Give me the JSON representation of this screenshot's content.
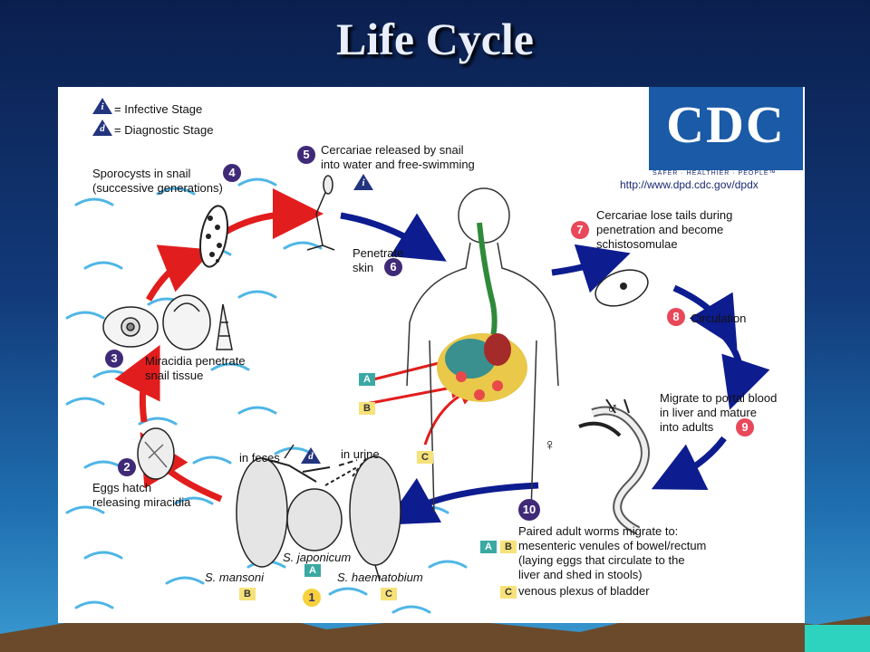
{
  "slide": {
    "title": "Life Cycle"
  },
  "legend": {
    "infective": {
      "symbol": "i",
      "label": "= Infective Stage"
    },
    "diagnostic": {
      "symbol": "d",
      "label": "= Diagnostic Stage"
    }
  },
  "logo": {
    "text": "CDC",
    "tagline": "SAFER · HEALTHIER · PEOPLE™",
    "url": "http://www.dpd.cdc.gov/dpdx"
  },
  "steps": {
    "s1": {
      "num": "1"
    },
    "s2": {
      "num": "2",
      "line1": "Eggs hatch",
      "line2": "releasing miracidia"
    },
    "s3": {
      "num": "3",
      "line1": "Miracidia penetrate",
      "line2": "snail tissue"
    },
    "s4": {
      "num": "4",
      "line1": "Sporocysts in snail",
      "line2": "(successive generations)"
    },
    "s5": {
      "num": "5",
      "line1": "Cercariae released by snail",
      "line2": "into water and free-swimming"
    },
    "s6": {
      "num": "6",
      "line1": "Penetrate",
      "line2": "skin"
    },
    "s7": {
      "num": "7",
      "line1": "Cercariae lose tails during",
      "line2": "penetration and become",
      "line3": "schistosomulae"
    },
    "s8": {
      "num": "8",
      "label": "Circulation"
    },
    "s9": {
      "num": "9",
      "line1": "Migrate to portal blood",
      "line2": "in liver and mature",
      "line3": "into adults"
    },
    "s10": {
      "num": "10",
      "line1": "Paired adult worms migrate to:",
      "line2": "mesenteric venules of bowel/rectum",
      "line3": "(laying eggs that circulate to the",
      "line4": "liver and shed in stools)",
      "line5": "venous plexus of bladder"
    }
  },
  "eggs": {
    "in_feces": "in feces",
    "in_urine": "in urine",
    "mansoni": "S. mansoni",
    "japonicum": "S. japonicum",
    "haematobium": "S. haematobium"
  },
  "markers": {
    "a": "A",
    "b": "B",
    "c": "C"
  },
  "symbols": {
    "female": "♀",
    "male": "♂"
  },
  "colors": {
    "infective_triangle": "#23357e",
    "step_purple": "#3f2a78",
    "step_red": "#e8485a",
    "arrow_red": "#e21d1d",
    "arrow_blue": "#0d1c8f"
  }
}
